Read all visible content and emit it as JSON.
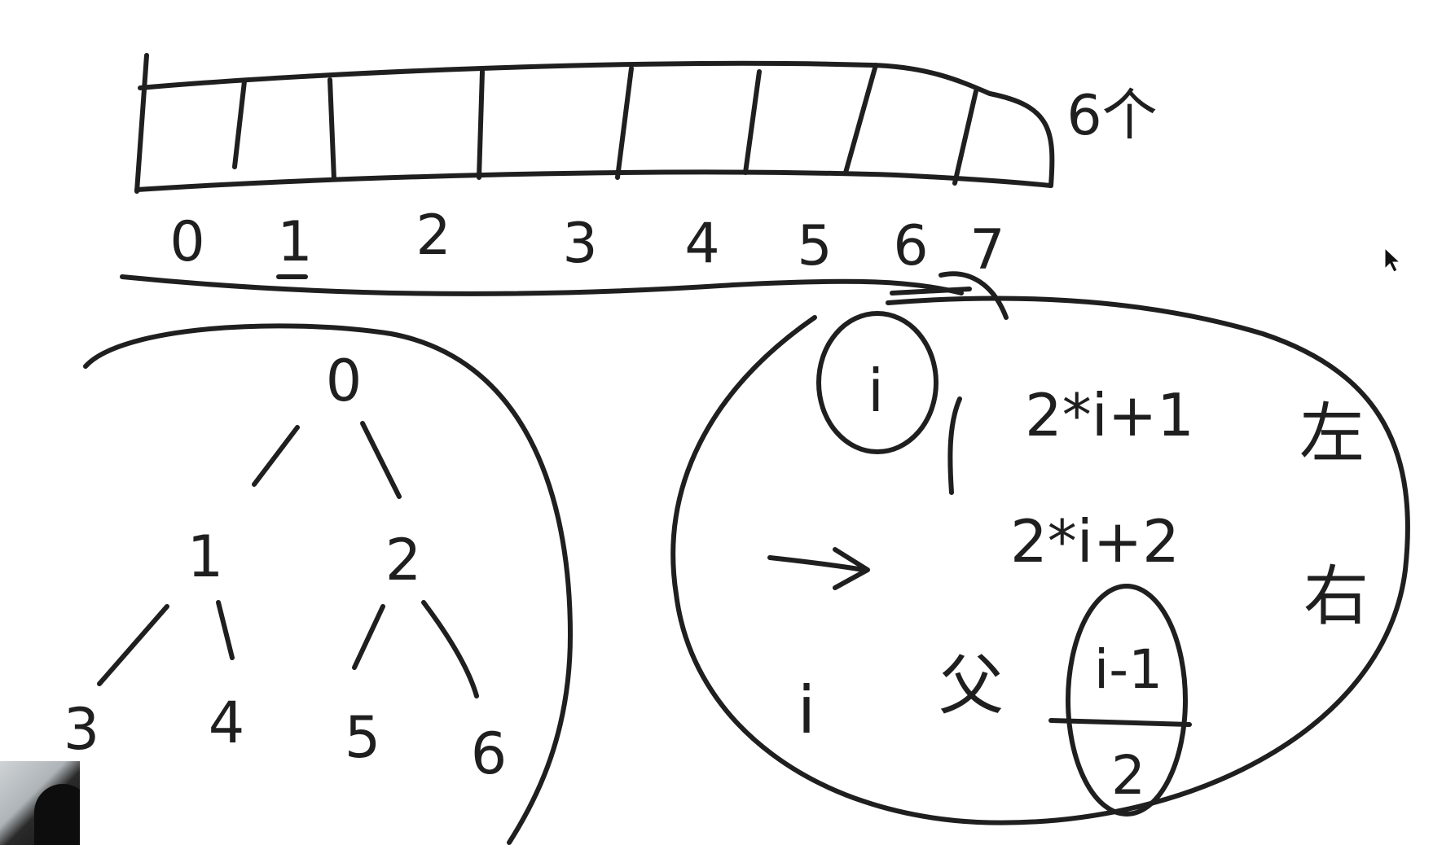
{
  "array": {
    "indices": [
      "0",
      "1",
      "2",
      "3",
      "4",
      "5",
      "6",
      "7"
    ],
    "size_note": "6个"
  },
  "tree": {
    "nodes": [
      "0",
      "1",
      "2",
      "3",
      "4",
      "5",
      "6"
    ]
  },
  "formulas": {
    "node_i": "i",
    "left_expr": "2*i+1",
    "left_label": "左",
    "right_expr": "2*i+2",
    "right_label": "右",
    "parent_i": "i",
    "parent_label": "父",
    "parent_numerator": "i-1",
    "parent_denominator": "2"
  }
}
